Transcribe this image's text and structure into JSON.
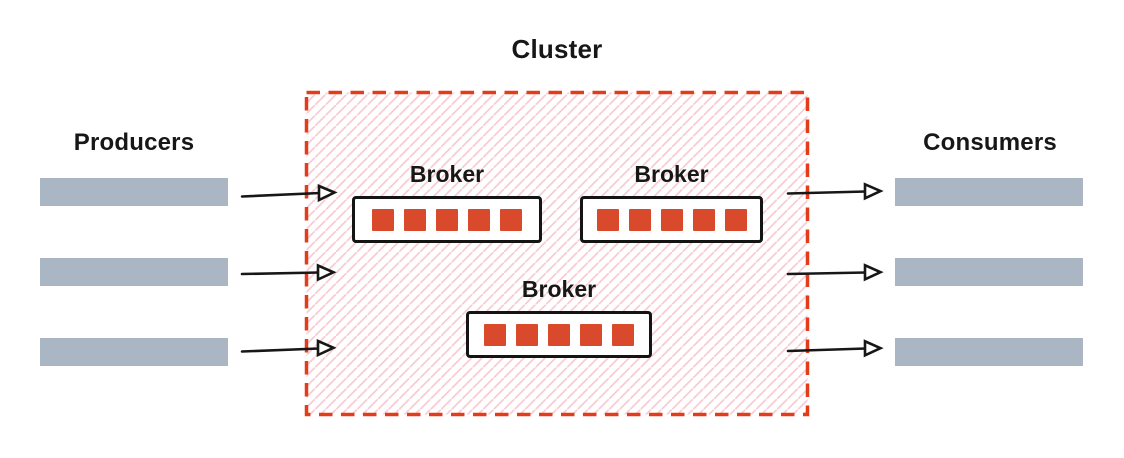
{
  "cluster": {
    "label": "Cluster"
  },
  "producers": {
    "label": "Producers",
    "streams": 3
  },
  "consumers": {
    "label": "Consumers",
    "streams": 3
  },
  "brokers": [
    {
      "label": "Broker",
      "partitions": 5
    },
    {
      "label": "Broker",
      "partitions": 5
    },
    {
      "label": "Broker",
      "partitions": 5
    }
  ],
  "flows": {
    "into_cluster": 3,
    "out_of_cluster": 3
  },
  "colors": {
    "cluster_border": "#e23c1b",
    "partition_fill": "#d9492b",
    "stream_bar": "#aab6c3",
    "hatch": "#f8ccd5",
    "ink": "#171717",
    "background": "#ffffff"
  }
}
